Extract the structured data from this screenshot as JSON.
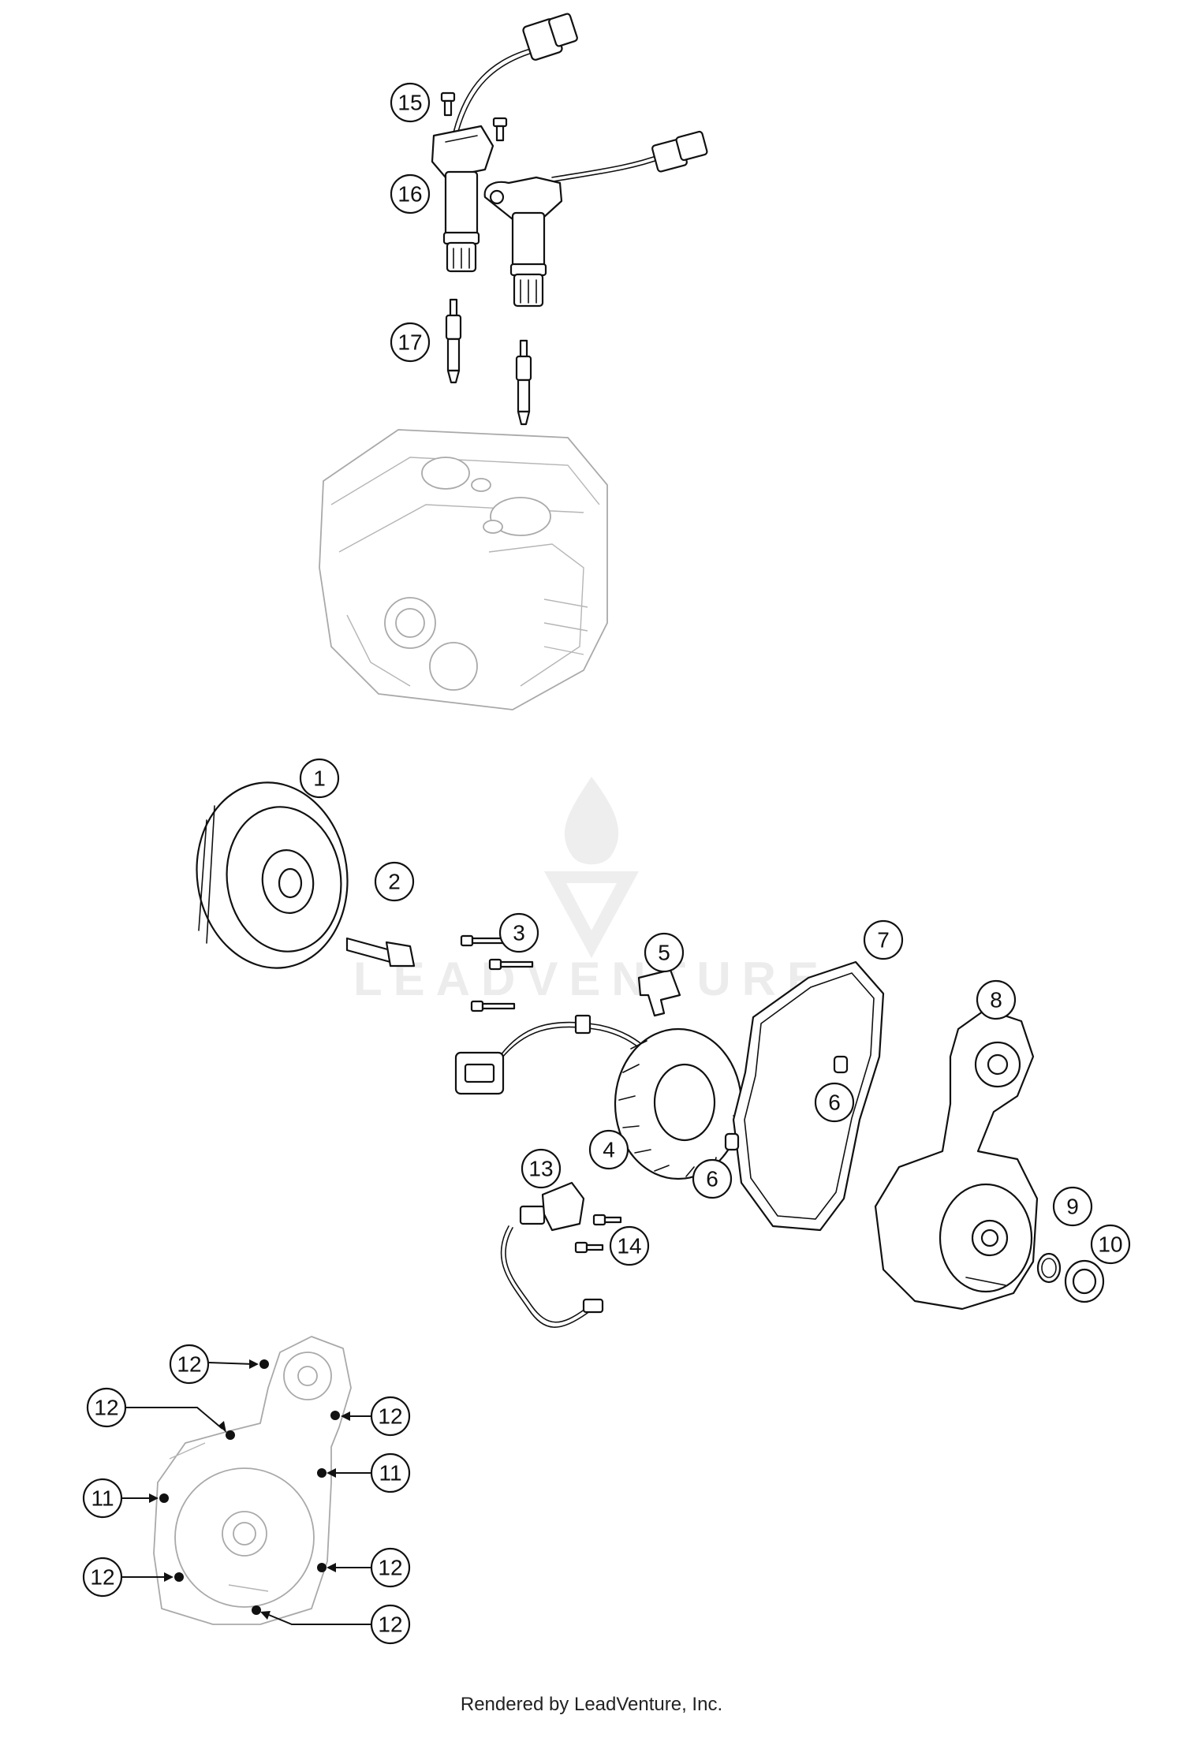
{
  "footer": {
    "credit": "Rendered by LeadVenture, Inc."
  },
  "watermark": {
    "text": "LEADVENTURE"
  },
  "callouts": [
    {
      "id": "c15",
      "label": "15"
    },
    {
      "id": "c16",
      "label": "16"
    },
    {
      "id": "c17",
      "label": "17"
    },
    {
      "id": "c1",
      "label": "1"
    },
    {
      "id": "c2",
      "label": "2"
    },
    {
      "id": "c3",
      "label": "3"
    },
    {
      "id": "c5",
      "label": "5"
    },
    {
      "id": "c7",
      "label": "7"
    },
    {
      "id": "c8",
      "label": "8"
    },
    {
      "id": "c6a",
      "label": "6"
    },
    {
      "id": "c4",
      "label": "4"
    },
    {
      "id": "c6b",
      "label": "6"
    },
    {
      "id": "c13",
      "label": "13"
    },
    {
      "id": "c9",
      "label": "9"
    },
    {
      "id": "c10",
      "label": "10"
    },
    {
      "id": "c14",
      "label": "14"
    },
    {
      "id": "c12a",
      "label": "12"
    },
    {
      "id": "c12b",
      "label": "12"
    },
    {
      "id": "c12c",
      "label": "12"
    },
    {
      "id": "c11a",
      "label": "11"
    },
    {
      "id": "c11b",
      "label": "11"
    },
    {
      "id": "c12d",
      "label": "12"
    },
    {
      "id": "c12e",
      "label": "12"
    },
    {
      "id": "c12f",
      "label": "12"
    }
  ],
  "colors": {
    "line": "#111111",
    "ghost": "#a9a9a9",
    "watermark": "#ececec"
  }
}
